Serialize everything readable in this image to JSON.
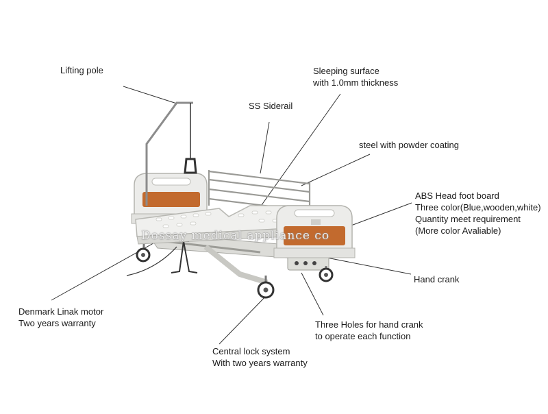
{
  "colors": {
    "leader": "#333333",
    "frame": "#e9e9e6",
    "frame_shadow": "#b7b7b2",
    "wood": "#c26a2e",
    "metal": "#8c8c8c"
  },
  "labels": {
    "lifting_pole": [
      "Lifting pole"
    ],
    "sleeping_surface": [
      "Sleeping surface",
      "with 1.0mm thickness"
    ],
    "ss_siderail": [
      "SS Siderail"
    ],
    "steel_coating": [
      "steel with powder coating"
    ],
    "abs_board": [
      "ABS Head foot board",
      "Three color(Blue,wooden,white)",
      "Quantity meet requirement",
      "(More color Avaliable)"
    ],
    "hand_crank": [
      "Hand crank"
    ],
    "linak_motor": [
      "Denmark Linak motor",
      "Two years warranty"
    ],
    "three_holes": [
      "Three Holes for hand crank",
      "to operate each function"
    ],
    "central_lock": [
      "Central lock system",
      "With two years warranty"
    ]
  },
  "watermark": "Dossay medical appliance co"
}
